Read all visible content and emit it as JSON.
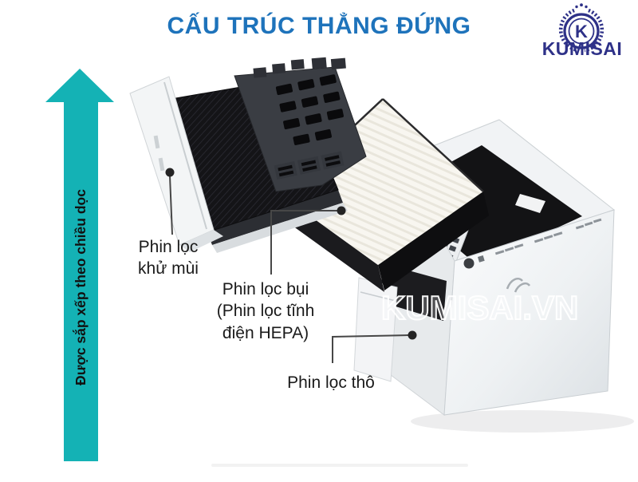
{
  "title": "CẤU TRÚC THẲNG ĐỨNG",
  "brand": {
    "name": "KUMISAI",
    "monogram": "K"
  },
  "vertical_arrow": {
    "label": "Được sắp xếp theo chiều dọc"
  },
  "callouts": {
    "deodorizing_filter": "Phin lọc\nkhử mùi",
    "dust_filter": "Phin lọc bụi\n(Phin lọc tĩnh\nđiện HEPA)",
    "coarse_filter": "Phin lọc thô"
  },
  "watermark": "KUMISAI.VN",
  "colors": {
    "title_blue": "#1e73bb",
    "brand_navy": "#2e3188",
    "arrow_teal": "#14b2b5",
    "label_black": "#1a1a1a"
  },
  "icons": {
    "arrow": "up-arrow-icon",
    "emblem": "laurel-wreath-k-emblem"
  }
}
